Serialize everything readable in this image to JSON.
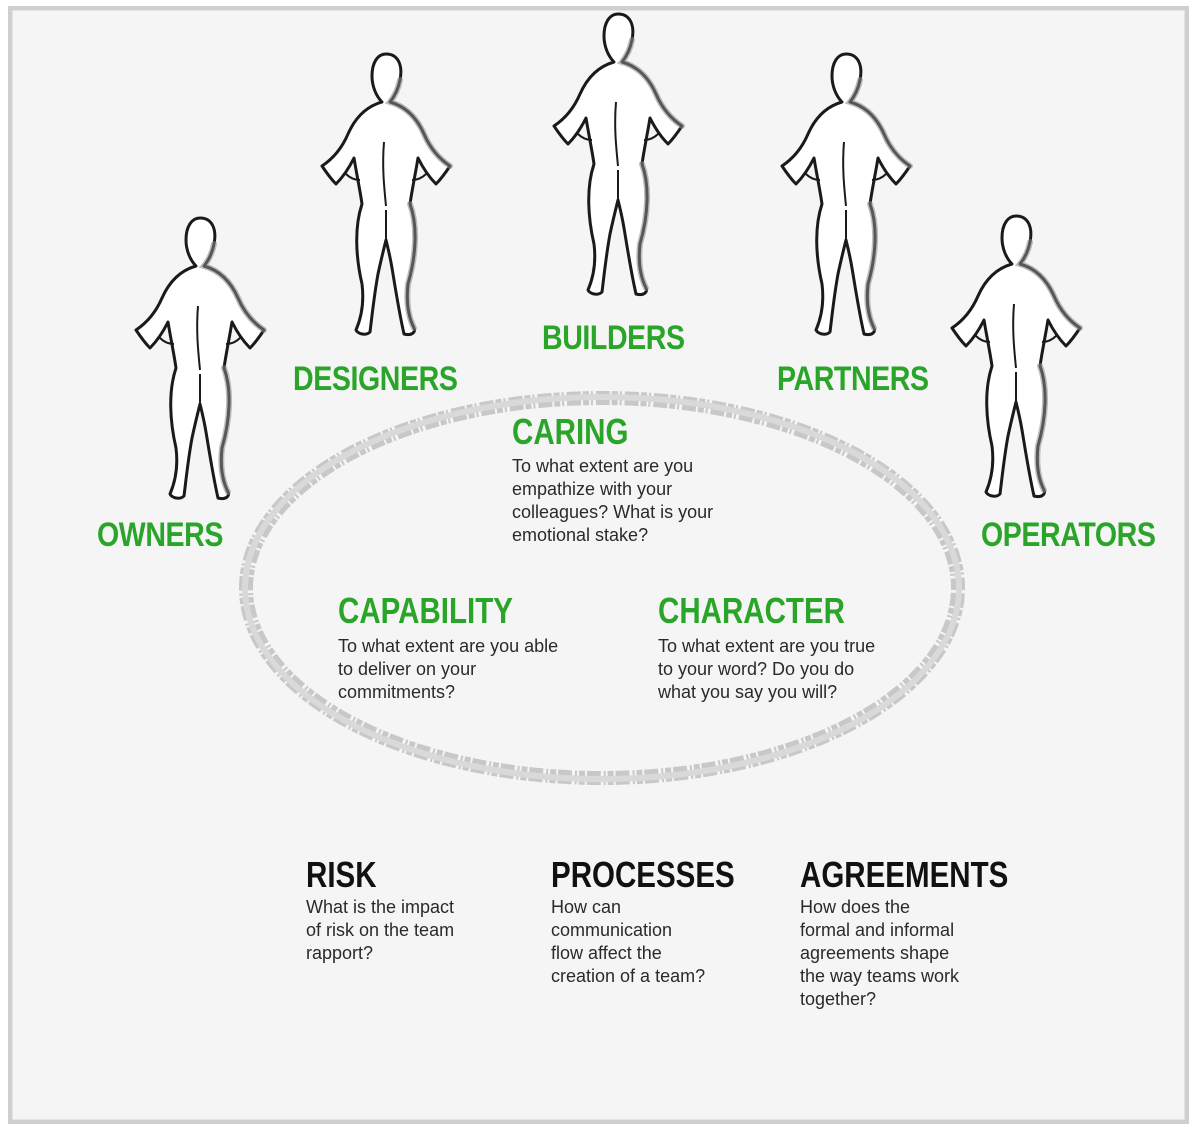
{
  "colors": {
    "accent": "#2aa52a",
    "frame_background": "#f5f5f5",
    "frame_border": "#cfcfcf",
    "ellipse_stroke": "#cccccc",
    "body_text": "#2a2a2a",
    "footer_title": "#111111"
  },
  "roles": [
    {
      "id": "owners",
      "label": "OWNERS",
      "icon": "standing-person-icon"
    },
    {
      "id": "designers",
      "label": "DESIGNERS",
      "icon": "standing-person-icon"
    },
    {
      "id": "builders",
      "label": "BUILDERS",
      "icon": "standing-person-icon"
    },
    {
      "id": "partners",
      "label": "PARTNERS",
      "icon": "standing-person-icon"
    },
    {
      "id": "operators",
      "label": "OPERATORS",
      "icon": "standing-person-icon"
    }
  ],
  "traits": {
    "caring": {
      "title": "CARING",
      "lines": [
        "To what extent are you",
        "empathize with your",
        "colleagues? What is your",
        "emotional stake?"
      ]
    },
    "capability": {
      "title": "CAPABILITY",
      "lines": [
        "To what extent are you able",
        "to deliver on your",
        "commitments?"
      ]
    },
    "character": {
      "title": "CHARACTER",
      "lines": [
        "To what extent are you true",
        "to your word? Do you do",
        "what you say you will?"
      ]
    }
  },
  "footer": {
    "risk": {
      "title": "RISK",
      "lines": [
        "What is the impact",
        "of risk on the team",
        "rapport?"
      ]
    },
    "processes": {
      "title": "PROCESSES",
      "lines": [
        "How can",
        "communication",
        "flow affect the",
        "creation of a team?"
      ]
    },
    "agreements": {
      "title": "AGREEMENTS",
      "lines": [
        "How does the",
        "formal and informal",
        "agreements shape",
        "the way teams work",
        "together?"
      ]
    }
  }
}
